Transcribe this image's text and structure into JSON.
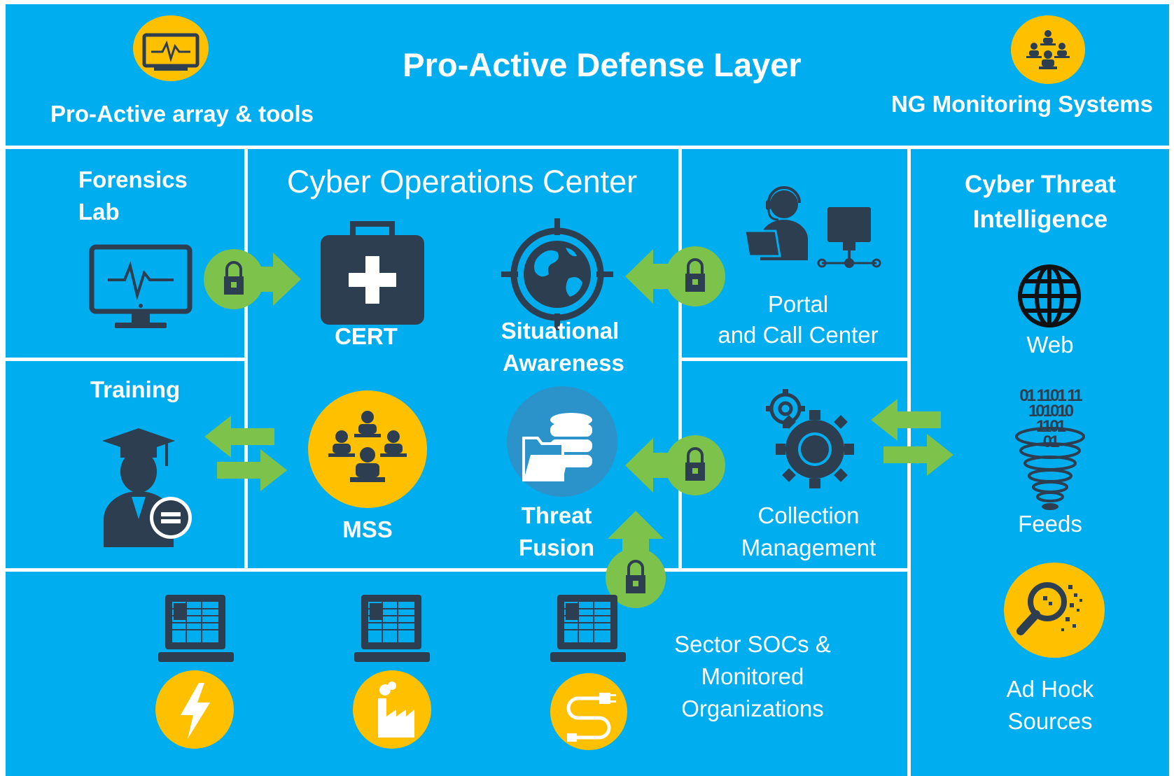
{
  "top": {
    "title": "Pro-Active Defense Layer",
    "left_label": "Pro-Active array & tools",
    "right_label": "NG Monitoring Systems"
  },
  "forensics": {
    "title_line1": "Forensics",
    "title_line2": "Lab"
  },
  "training": {
    "title": "Training"
  },
  "coc": {
    "title": "Cyber Operations Center",
    "cert": "CERT",
    "situational_line1": "Situational",
    "situational_line2": "Awareness",
    "mss": "MSS",
    "threat_line1": "Threat",
    "threat_line2": "Fusion"
  },
  "portal": {
    "line1": "Portal",
    "line2": "and Call Center"
  },
  "collection": {
    "line1": "Collection",
    "line2": "Management"
  },
  "cti": {
    "title_line1": "Cyber Threat",
    "title_line2": "Intelligence",
    "web": "Web",
    "feeds": "Feeds",
    "adhock_line1": "Ad Hock",
    "adhock_line2": "Sources",
    "binary_line1": "01 1101 11",
    "binary_line2": "101010",
    "binary_line3": "1101",
    "binary_line4": "01"
  },
  "sector": {
    "line1": "Sector SOCs &",
    "line2": "Monitored",
    "line3": "Organizations"
  },
  "colors": {
    "panel": "#00adef",
    "dark_icon": "#2c3e50",
    "accent_yellow": "#ffc000",
    "accent_green": "#7dc24b",
    "divider": "#ffffff"
  },
  "icons": [
    "monitor-pulse-icon",
    "team-icon",
    "lock-icon",
    "medical-kit-icon",
    "target-globe-icon",
    "call-agent-icon",
    "network-pc-icon",
    "graduate-icon",
    "database-folder-icon",
    "gears-icon",
    "globe-icon",
    "data-funnel-icon",
    "magnifier-icon",
    "laptop-icon",
    "lightning-icon",
    "factory-icon",
    "plug-icon"
  ]
}
